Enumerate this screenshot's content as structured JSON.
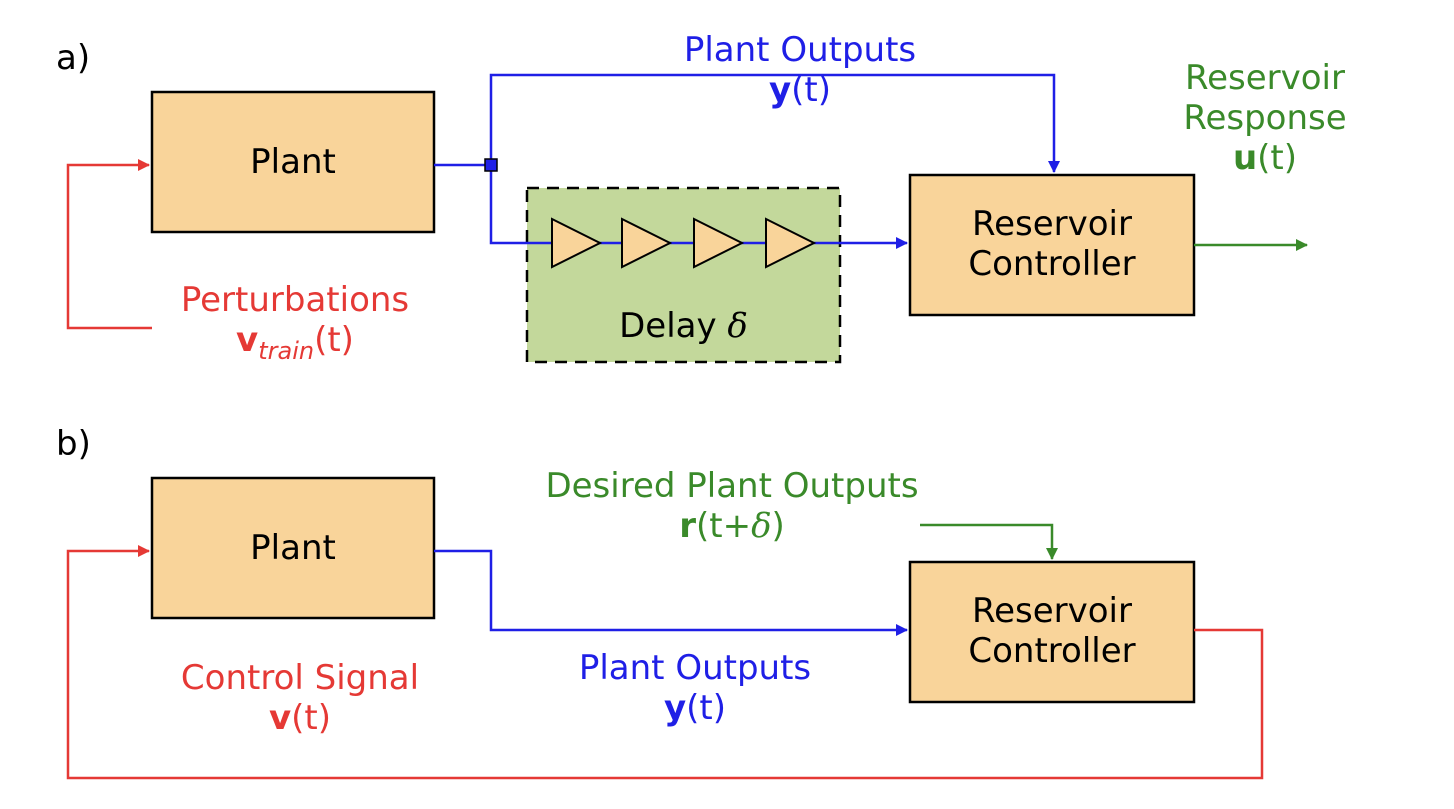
{
  "panel_a": {
    "label": "a)",
    "plant": "Plant",
    "delay": {
      "word": "Delay",
      "symbol": "δ"
    },
    "controller": {
      "line1": "Reservoir",
      "line2": "Controller"
    },
    "plant_outputs": {
      "title": "Plant Outputs",
      "var": "y",
      "arg": "(t)"
    },
    "reservoir_response": {
      "line1": "Reservoir",
      "line2": "Response",
      "var": "u",
      "arg": "(t)"
    },
    "perturbations": {
      "title": "Perturbations",
      "var": "v",
      "sub": "train",
      "arg": "(t)"
    }
  },
  "panel_b": {
    "label": "b)",
    "plant": "Plant",
    "controller": {
      "line1": "Reservoir",
      "line2": "Controller"
    },
    "desired": {
      "title": "Desired Plant Outputs",
      "var": "r",
      "arg_open": "(t+",
      "symbol": "δ",
      "arg_close": ")"
    },
    "plant_outputs": {
      "title": "Plant Outputs",
      "var": "y",
      "arg": "(t)"
    },
    "control_signal": {
      "title": "Control Signal",
      "var": "v",
      "arg": "(t)"
    }
  },
  "colors": {
    "box_fill": "#f9d49a",
    "delay_fill": "#c3d89b",
    "blue": "#1f1fe6",
    "red": "#e53935",
    "green": "#3a8a2a"
  }
}
